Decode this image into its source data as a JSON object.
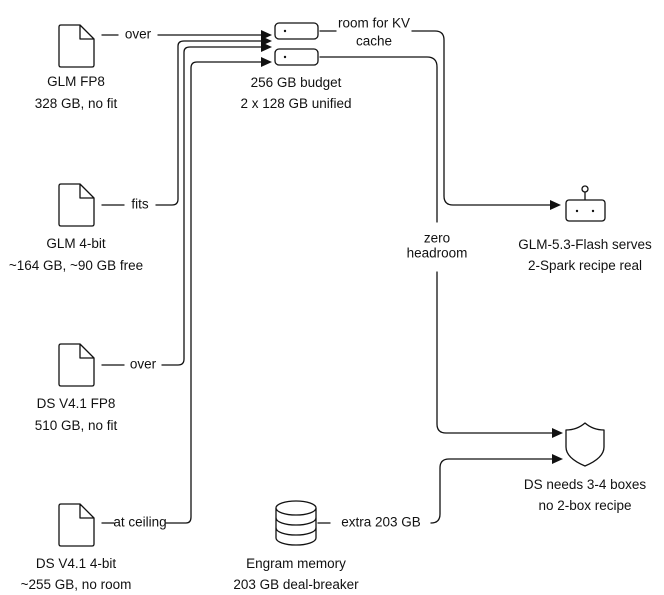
{
  "nodes": {
    "glm_fp8": {
      "icon": "document-icon",
      "line1": "GLM FP8",
      "line2": "328 GB, no fit"
    },
    "glm_4bit": {
      "icon": "document-icon",
      "line1": "GLM 4-bit",
      "line2": "~164 GB, ~90 GB free"
    },
    "ds_fp8": {
      "icon": "document-icon",
      "line1": "DS V4.1 FP8",
      "line2": "510 GB, no fit"
    },
    "ds_4bit": {
      "icon": "document-icon",
      "line1": "DS V4.1 4-bit",
      "line2": "~255 GB, no room"
    },
    "budget": {
      "icon": "server-rack-icon",
      "line1": "256 GB budget",
      "line2": "2 x 128 GB unified"
    },
    "glm_flash": {
      "icon": "robot-icon",
      "line1": "GLM-5.3-Flash serves",
      "line2": "2-Spark recipe real"
    },
    "ds_boxes": {
      "icon": "shield-icon",
      "line1": "DS needs 3-4 boxes",
      "line2": "no 2-box recipe"
    },
    "engram": {
      "icon": "database-icon",
      "line1": "Engram memory",
      "line2": "203 GB deal-breaker"
    }
  },
  "edges": {
    "glm_fp8_to_budget": "over",
    "glm_4bit_to_budget": "fits",
    "ds_fp8_to_budget": "over",
    "ds_4bit_to_budget": "at ceiling",
    "budget_to_glm_flash_l1": "room for KV",
    "budget_to_glm_flash_l2": "cache",
    "budget_to_ds_boxes_l1": "zero",
    "budget_to_ds_boxes_l2": "headroom",
    "engram_to_ds_boxes": "extra 203 GB"
  }
}
